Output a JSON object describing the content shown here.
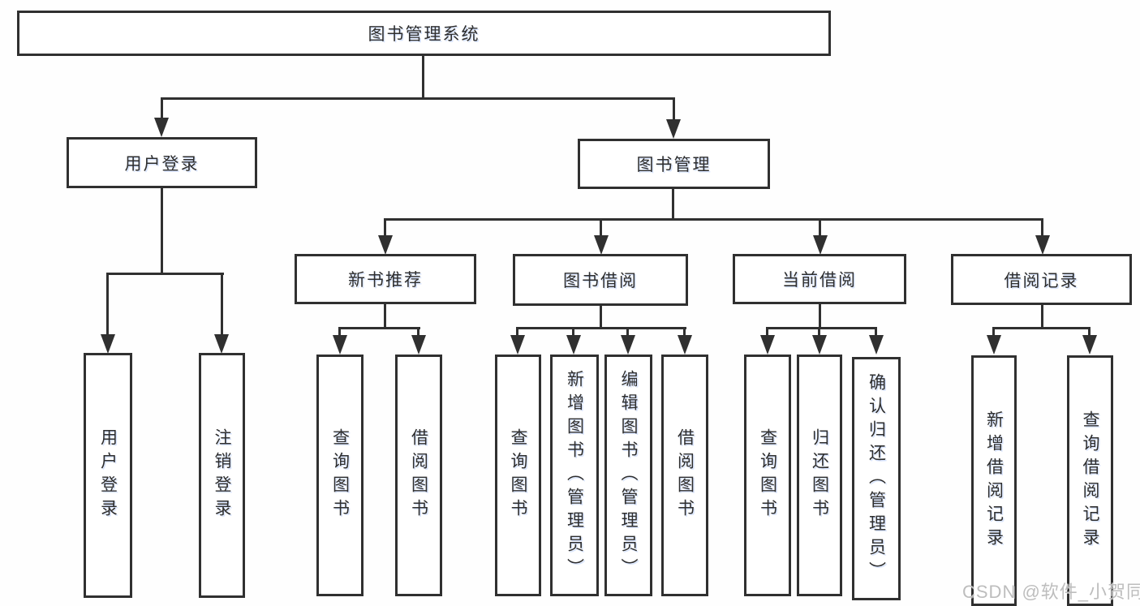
{
  "colors": {
    "line": "#303030",
    "background": "#ffffff",
    "watermark_text": "#bdbdbd"
  },
  "tree": {
    "root": "图书管理系统",
    "level2": {
      "user_login": {
        "label": "用户登录",
        "children": {
          "login": "用户登录",
          "logout": "注销登录"
        }
      },
      "book_mgmt": {
        "label": "图书管理",
        "sections": {
          "new_book_rec": {
            "label": "新书推荐",
            "children": {
              "query": "查询图书",
              "borrow": "借阅图书"
            }
          },
          "book_borrow": {
            "label": "图书借阅",
            "children": {
              "query": "查询图书",
              "add": "新增图书（管理员）",
              "edit": "编辑图书（管理员）",
              "borrow": "借阅图书"
            }
          },
          "current_borrow": {
            "label": "当前借阅",
            "children": {
              "query": "查询图书",
              "return": "归还图书",
              "confirm": "确认归还（管理员）"
            }
          },
          "borrow_records": {
            "label": "借阅记录",
            "children": {
              "add": "新增借阅记录",
              "query": "查询借阅记录"
            }
          }
        }
      }
    }
  },
  "watermark": "CSDN @软件_小贺同学"
}
